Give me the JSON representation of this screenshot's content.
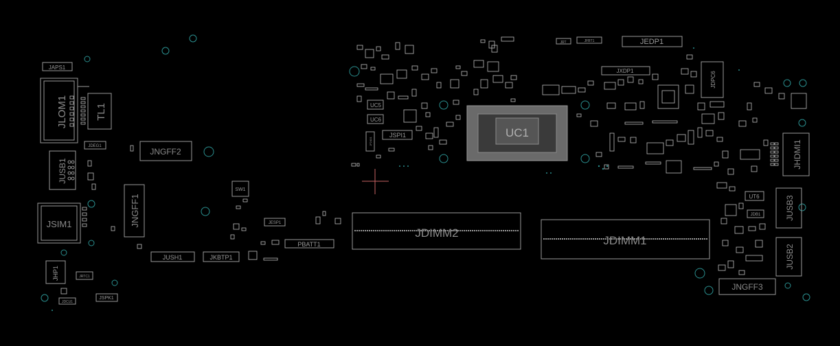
{
  "labels": {
    "japs1": "JAPS1",
    "jlom1": "JLOM1",
    "tl1": "TL1",
    "jdeg1": "JDEG1",
    "jngff2": "JNGFF2",
    "jusb1": "JUSB1",
    "jngff1": "JNGFF1",
    "jsim1": "JSIM1",
    "jhp1": "JHP1",
    "jrtc1": "JRTC1",
    "jspk1": "JSPK1",
    "jusb1b": "JUSB1",
    "jush1": "JUSH1",
    "jkbtp1": "JKBTP1",
    "sw1": "SW1",
    "jesp1": "JESP1",
    "pbatt1": "PBATT1",
    "uc5": "UC5",
    "uc6": "UC6",
    "jspi1": "JSPI1",
    "jf2401": "JF2401",
    "uc1": "UC1",
    "jdimm2": "JDIMM2",
    "jdimm1": "JDIMM1",
    "jxdp1": "JXDP1",
    "jedp1": "JEDP1",
    "jrt": "JRT",
    "jfbt": "JFBT1",
    "jdpc6": "JDPC6",
    "jhdmi1": "JHDMI1",
    "ut6": "UT6",
    "jdb1": "JDB1",
    "jusb3": "JUSB3",
    "jusb2": "JUSB2",
    "jngff3": "JNGFF3",
    "jdcu": "JDCU1"
  },
  "colors": {
    "background": "#000000",
    "silkscreen": "#9a9a9a",
    "via": "#2a8f8f",
    "cursor": "#c86464"
  }
}
